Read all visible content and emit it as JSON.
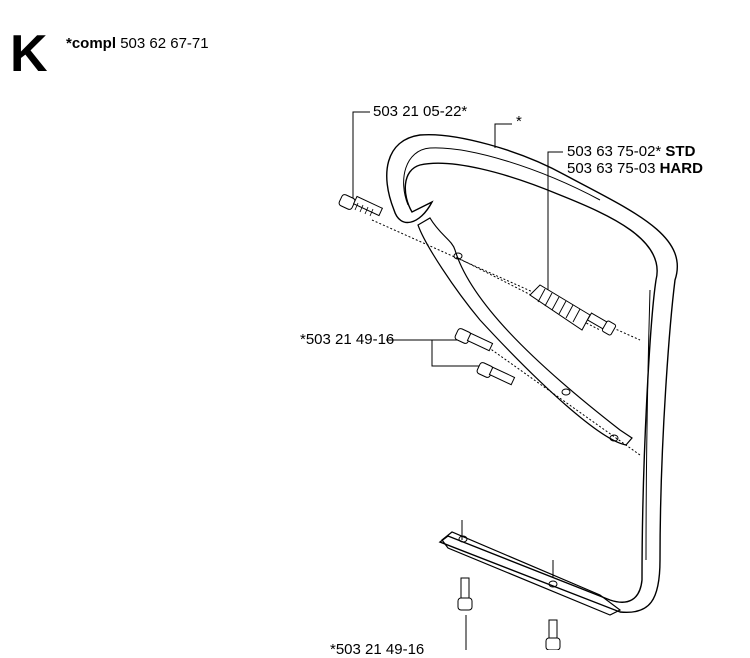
{
  "header": {
    "section_letter": "K",
    "kit_prefix": "*compl",
    "kit_number": "503 62 67-71"
  },
  "labels": {
    "screw_top": "503 21 05-22*",
    "handle_mark": "*",
    "vibration_std_number": "503 63 75-02*",
    "vibration_std_tag": "STD",
    "vibration_hard_number": "503 63 75-03",
    "vibration_hard_tag": "HARD",
    "screw_pair": "*503 21 49-16",
    "screw_bottom": "*503 21 49-16"
  },
  "colors": {
    "line": "#000000",
    "background": "#ffffff"
  }
}
